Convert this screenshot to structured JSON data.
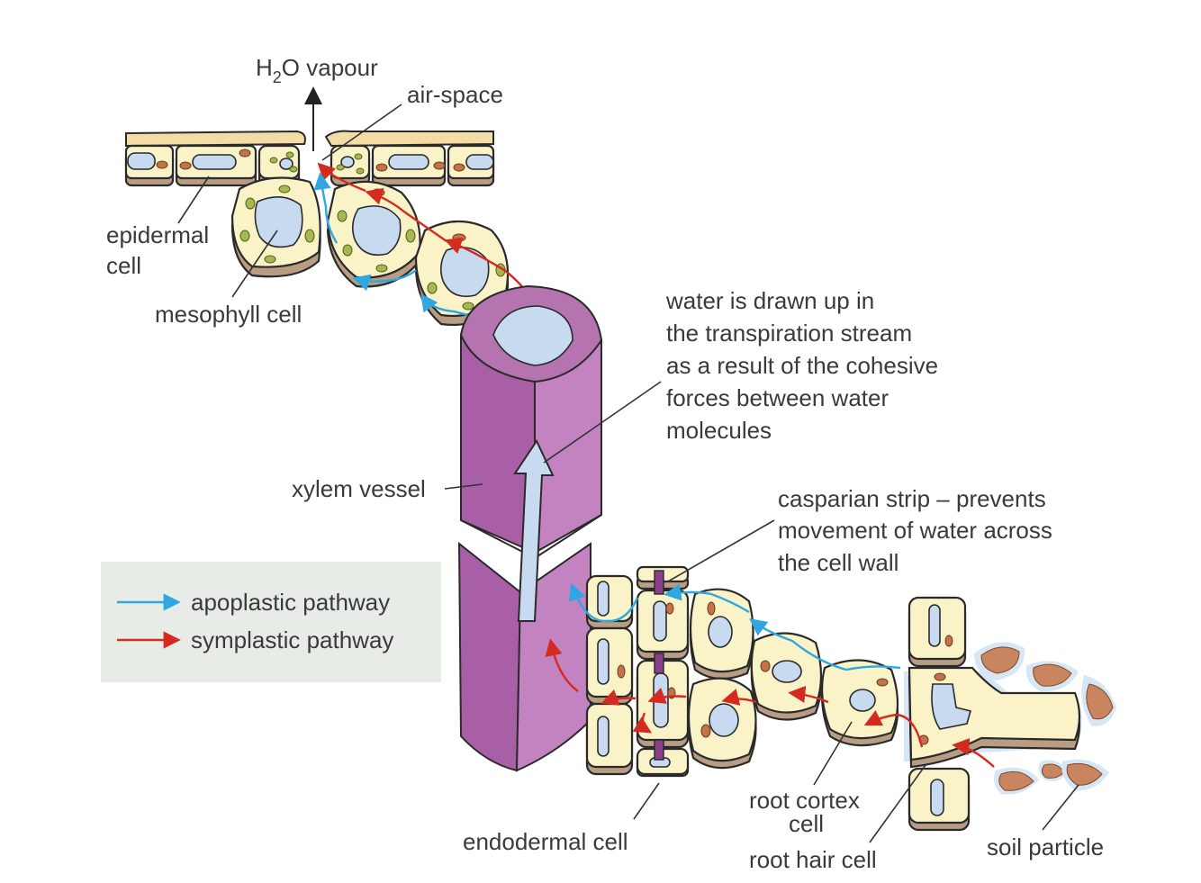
{
  "labels": {
    "h2o_vapour_pre": "H",
    "h2o_vapour_sub": "2",
    "h2o_vapour_post": "O vapour",
    "air_space": "air-space",
    "epidermal_cell_line1": "epidermal",
    "epidermal_cell_line2": "cell",
    "mesophyll_cell": "mesophyll cell",
    "water_drawn_up": [
      "water is drawn up in",
      "the transpiration stream",
      "as a result of the cohesive",
      "forces between water",
      "molecules"
    ],
    "xylem_vessel": "xylem vessel",
    "casparian_strip": [
      "casparian strip – prevents",
      "movement of water across",
      "the cell wall"
    ],
    "endodermal_cell": "endodermal cell",
    "root_cortex_cell_line1": "root cortex",
    "root_cortex_cell_line2": "cell",
    "root_hair_cell": "root hair cell",
    "soil_particle": "soil particle"
  },
  "legend": {
    "items": [
      {
        "label": "apoplastic pathway",
        "color": "#2fa7e0"
      },
      {
        "label": "symplastic pathway",
        "color": "#d42a20"
      }
    ],
    "background": "#e8ece6"
  },
  "colors": {
    "xylem": "#b573b0",
    "cell_wall": "#fbf3c8",
    "vacuole": "#c8daf0",
    "apoplastic": "#2fa7e0",
    "symplastic": "#d42a20"
  }
}
